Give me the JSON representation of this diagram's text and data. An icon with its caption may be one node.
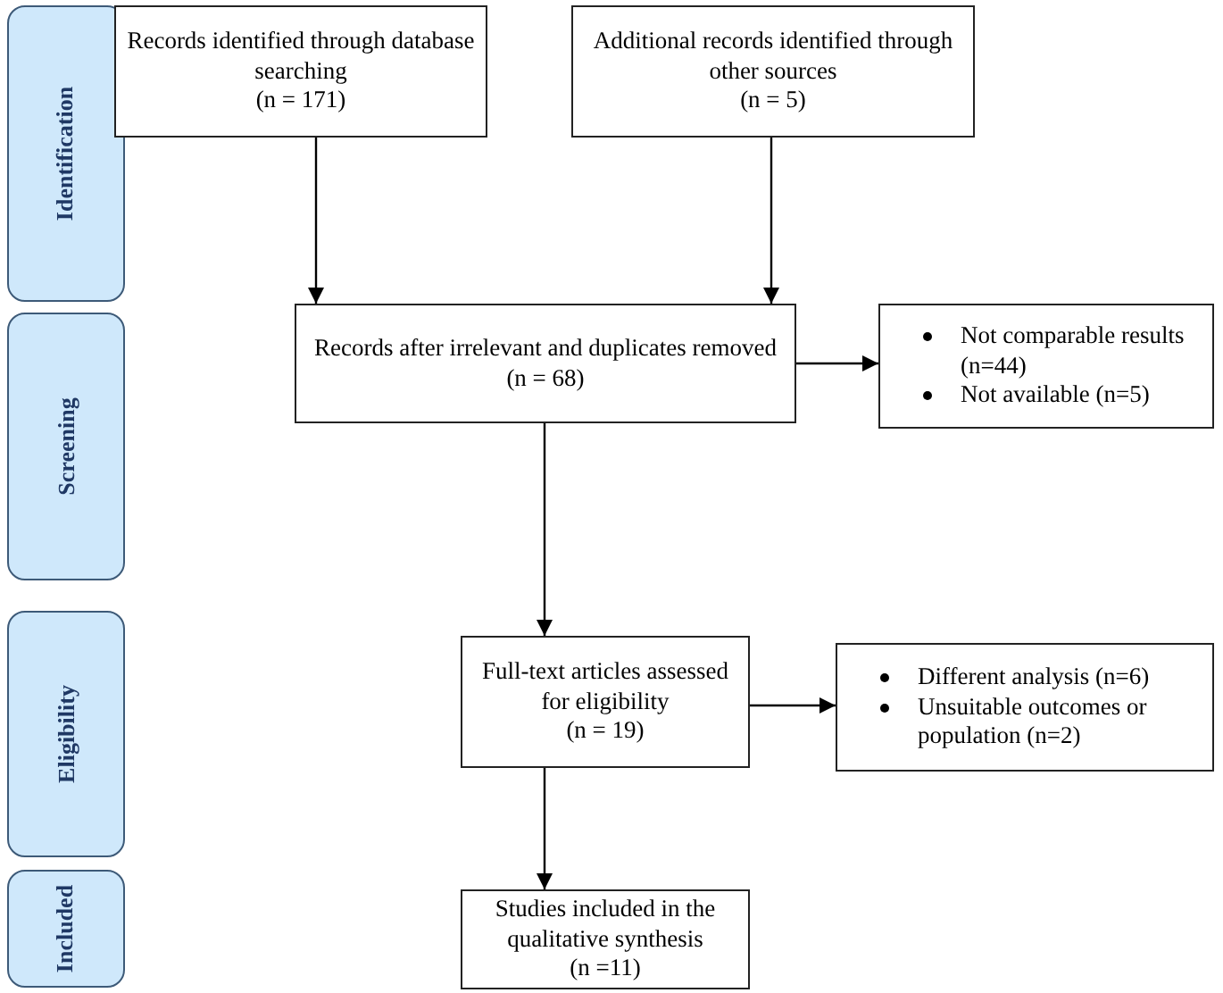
{
  "diagram": {
    "nodes": [
      {
        "text": [
          "Identification"
        ]
      },
      {
        "text": [
          "Screening"
        ]
      },
      {
        "text": [
          "Eligibility"
        ]
      },
      {
        "text": [
          "Included"
        ]
      },
      {
        "text": [
          "Records identified through database searching",
          "(n = 171)"
        ]
      },
      {
        "text": [
          "Additional records identified through other sources",
          "(n = 5)"
        ]
      },
      {
        "text": [
          "Records after irrelevant and duplicates removed",
          "(n = 68)"
        ]
      },
      {
        "text": [
          "Not comparable results (n=44)",
          "Not available (n=5)"
        ]
      },
      {
        "text": [
          "Full-text articles assessed for eligibility",
          "(n = 19)"
        ]
      },
      {
        "text": [
          "Different analysis (n=6)",
          "Unsuitable outcomes or population (n=2)"
        ]
      },
      {
        "text": [
          "Studies included in the qualitative synthesis",
          "(n =11)"
        ]
      }
    ],
    "edges": [
      {
        "from": 4,
        "to": 6,
        "arrow": "to"
      },
      {
        "from": 5,
        "to": 6,
        "arrow": "to"
      },
      {
        "from": 6,
        "to": 7,
        "arrow": "to"
      },
      {
        "from": 6,
        "to": 8,
        "arrow": "to"
      },
      {
        "from": 8,
        "to": 9,
        "arrow": "to"
      },
      {
        "from": 8,
        "to": 10,
        "arrow": "to"
      }
    ]
  }
}
